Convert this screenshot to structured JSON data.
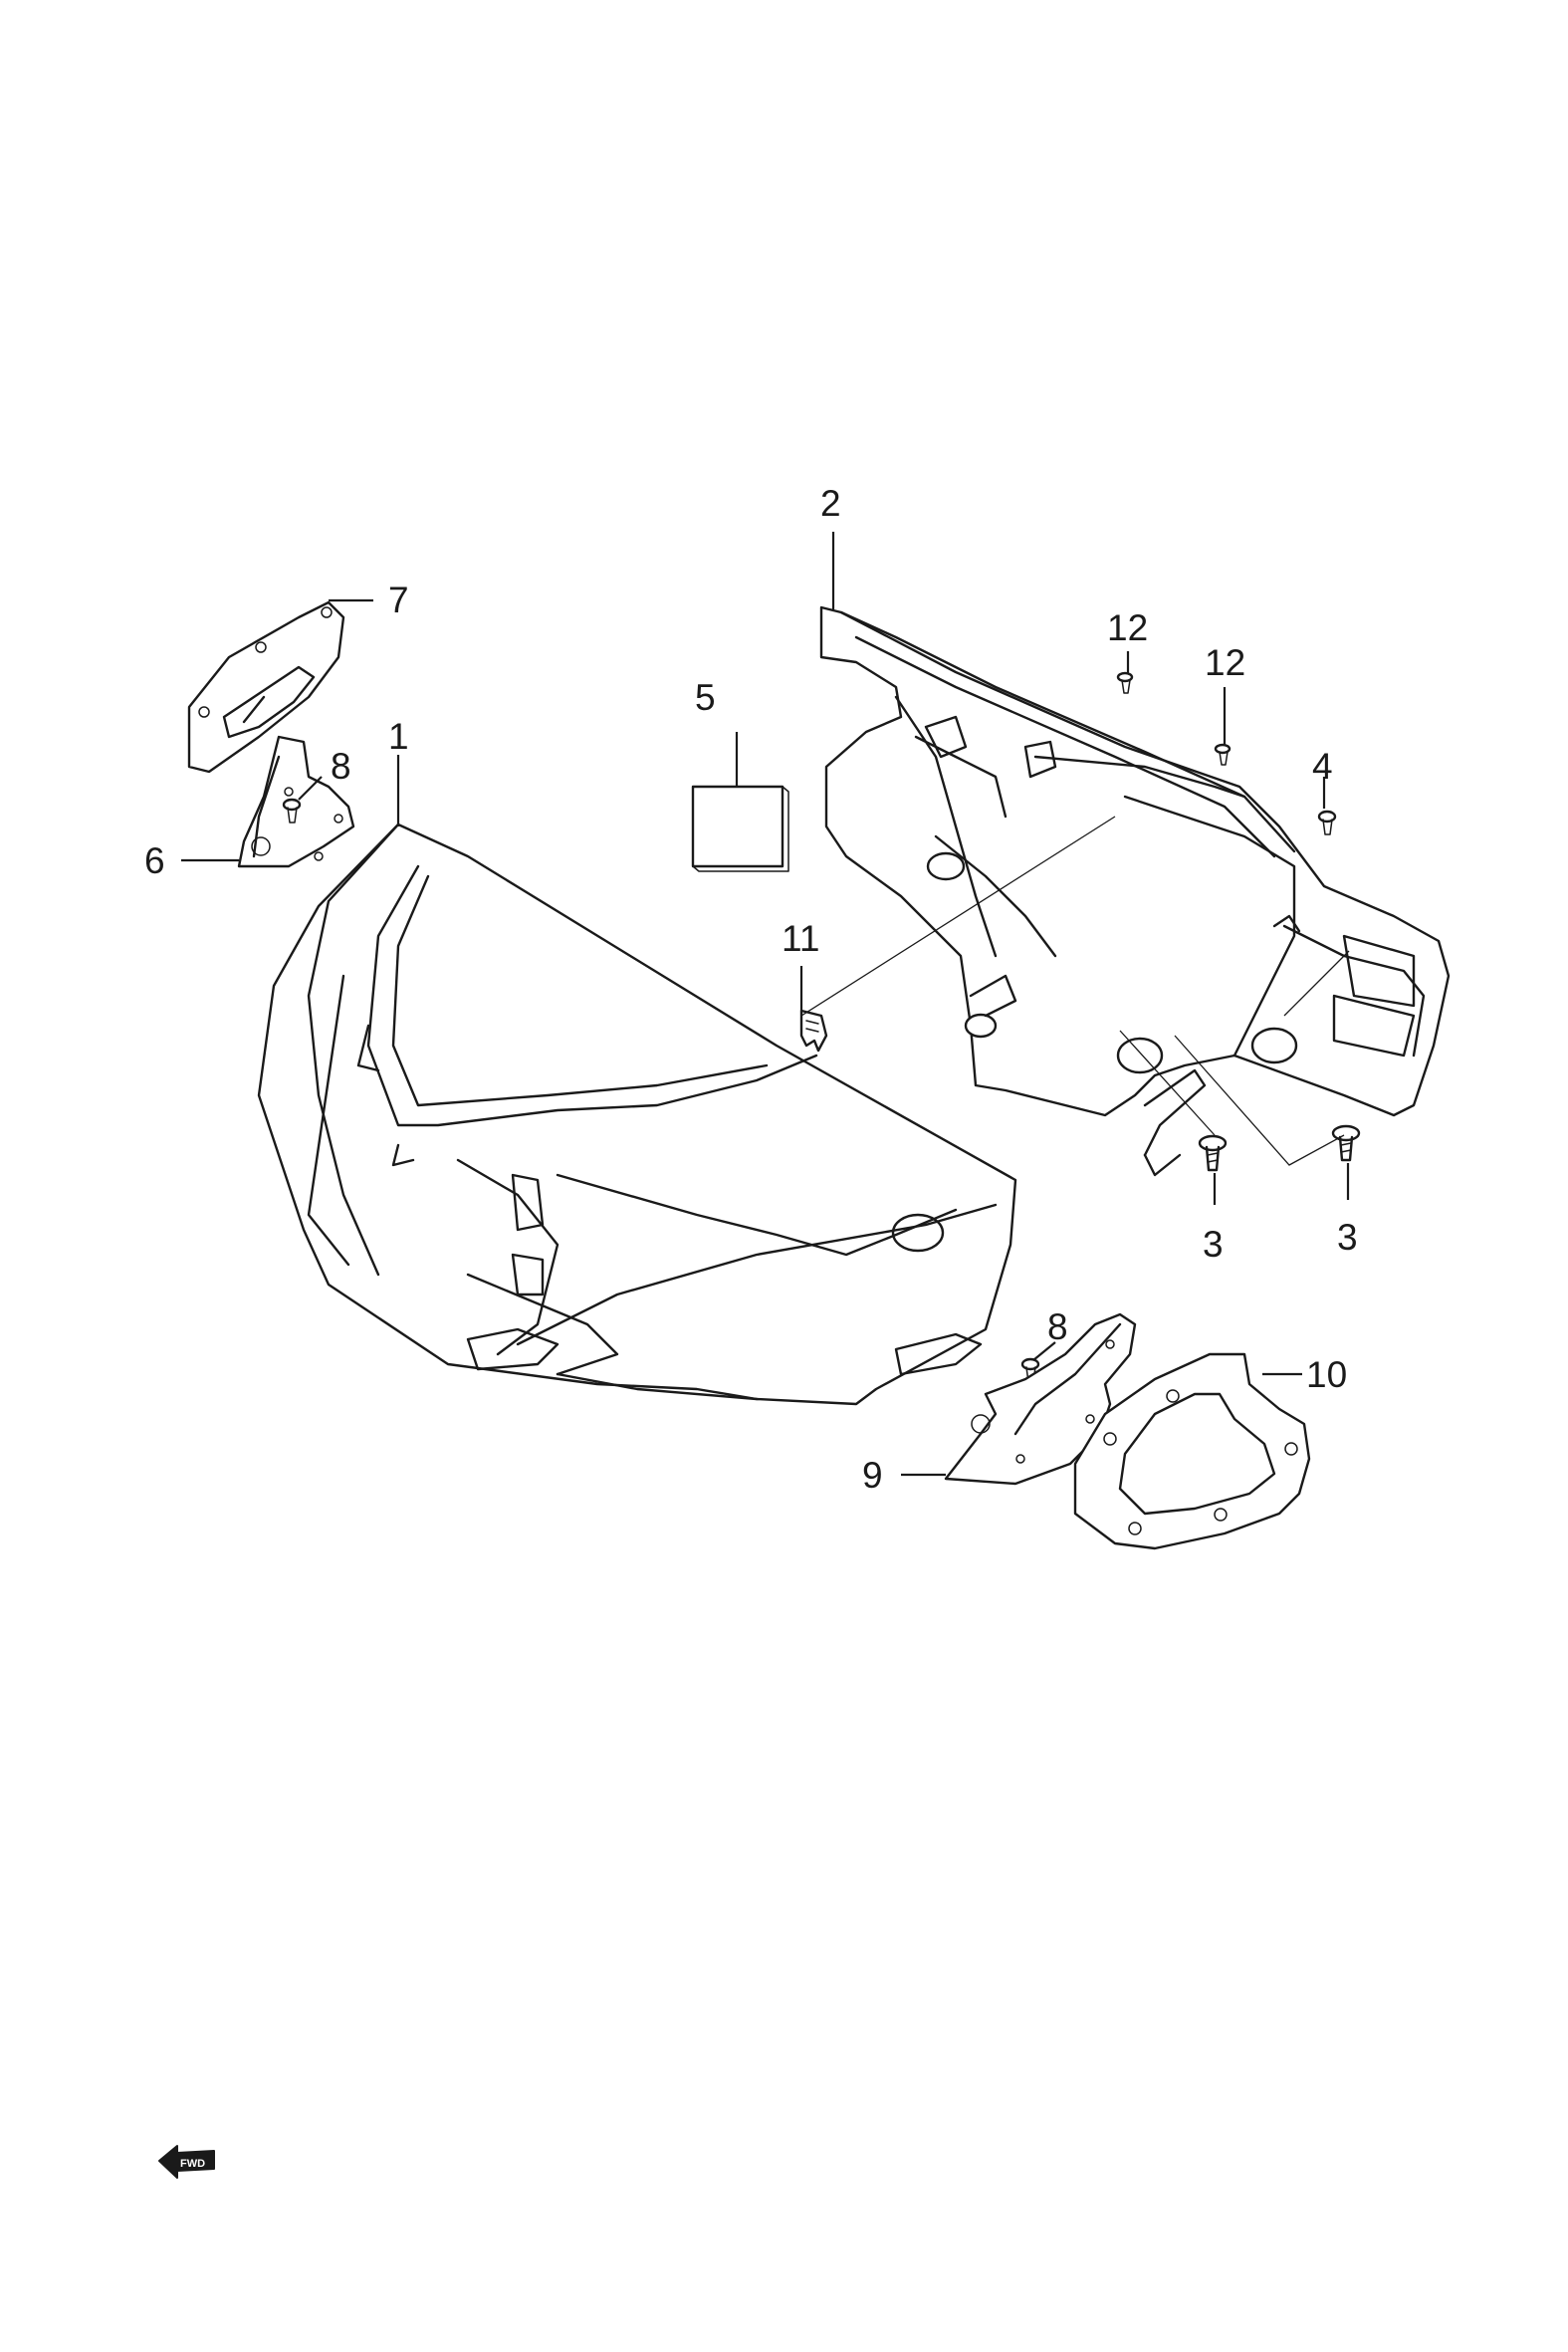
{
  "diagram": {
    "callouts": {
      "c1": "1",
      "c2": "2",
      "c3a": "3",
      "c3b": "3",
      "c4": "4",
      "c5": "5",
      "c6": "6",
      "c7": "7",
      "c8a": "8",
      "c8b": "8",
      "c9": "9",
      "c10": "10",
      "c11": "11",
      "c12a": "12",
      "c12b": "12"
    },
    "fwd_badge": "FWD"
  }
}
